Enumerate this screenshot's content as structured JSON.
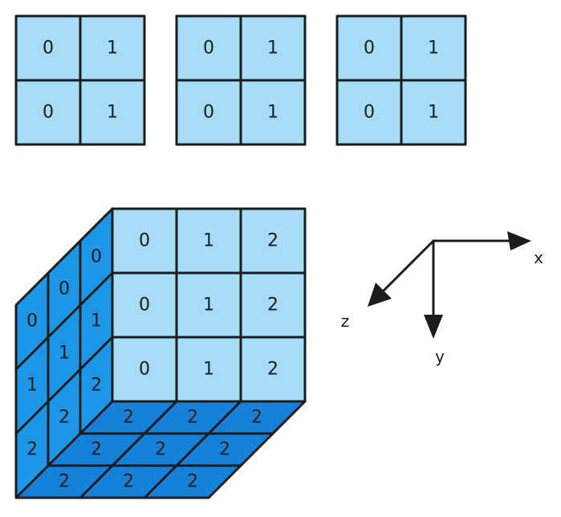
{
  "colors": {
    "front": "#a6dcf6",
    "left": "#1c96e6",
    "bottom": "#1580d8",
    "stroke": "#1c1c1c"
  },
  "small_grids": [
    {
      "cells": [
        "0",
        "1",
        "0",
        "1"
      ]
    },
    {
      "cells": [
        "0",
        "1",
        "0",
        "1"
      ]
    },
    {
      "cells": [
        "0",
        "1",
        "0",
        "1"
      ]
    }
  ],
  "cube": {
    "front": [
      "0",
      "1",
      "2",
      "0",
      "1",
      "2",
      "0",
      "1",
      "2"
    ],
    "left": [
      "0",
      "0",
      "0",
      "1",
      "1",
      "1",
      "2",
      "2",
      "2"
    ],
    "bottom": [
      "2",
      "2",
      "2",
      "2",
      "2",
      "2",
      "2",
      "2",
      "2"
    ]
  },
  "axes": {
    "x": "x",
    "y": "y",
    "z": "z"
  }
}
